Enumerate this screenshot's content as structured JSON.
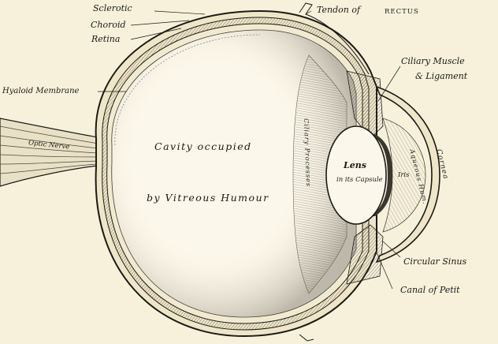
{
  "labels": {
    "sclerotic": "Sclerotic",
    "tendon": "Tendon of",
    "rectus": "RECTUS",
    "choroid": "Choroid",
    "retina": "Retina",
    "hyaloid": "Hyaloid Membrane",
    "optic_nerve": "Optic Nerve",
    "cavity_line1": "Cavity occupied",
    "cavity_line2": "by Vitreous Humour",
    "ciliary_processes": "Ciliary Processes",
    "ciliary_muscle_line1": "Ciliary Muscle",
    "ciliary_muscle_line2": "& Ligament",
    "lens": "Lens",
    "lens_sub": "in its Capsule",
    "aqueous": "Aqueous Hum.",
    "iris": "Iris",
    "cornea": "Cornea",
    "circular_sinus": "Circular Sinus",
    "canal_petit": "Canal of Petit"
  },
  "colors": {
    "paper": "#f7f1dc",
    "ink": "#1c1a16"
  }
}
